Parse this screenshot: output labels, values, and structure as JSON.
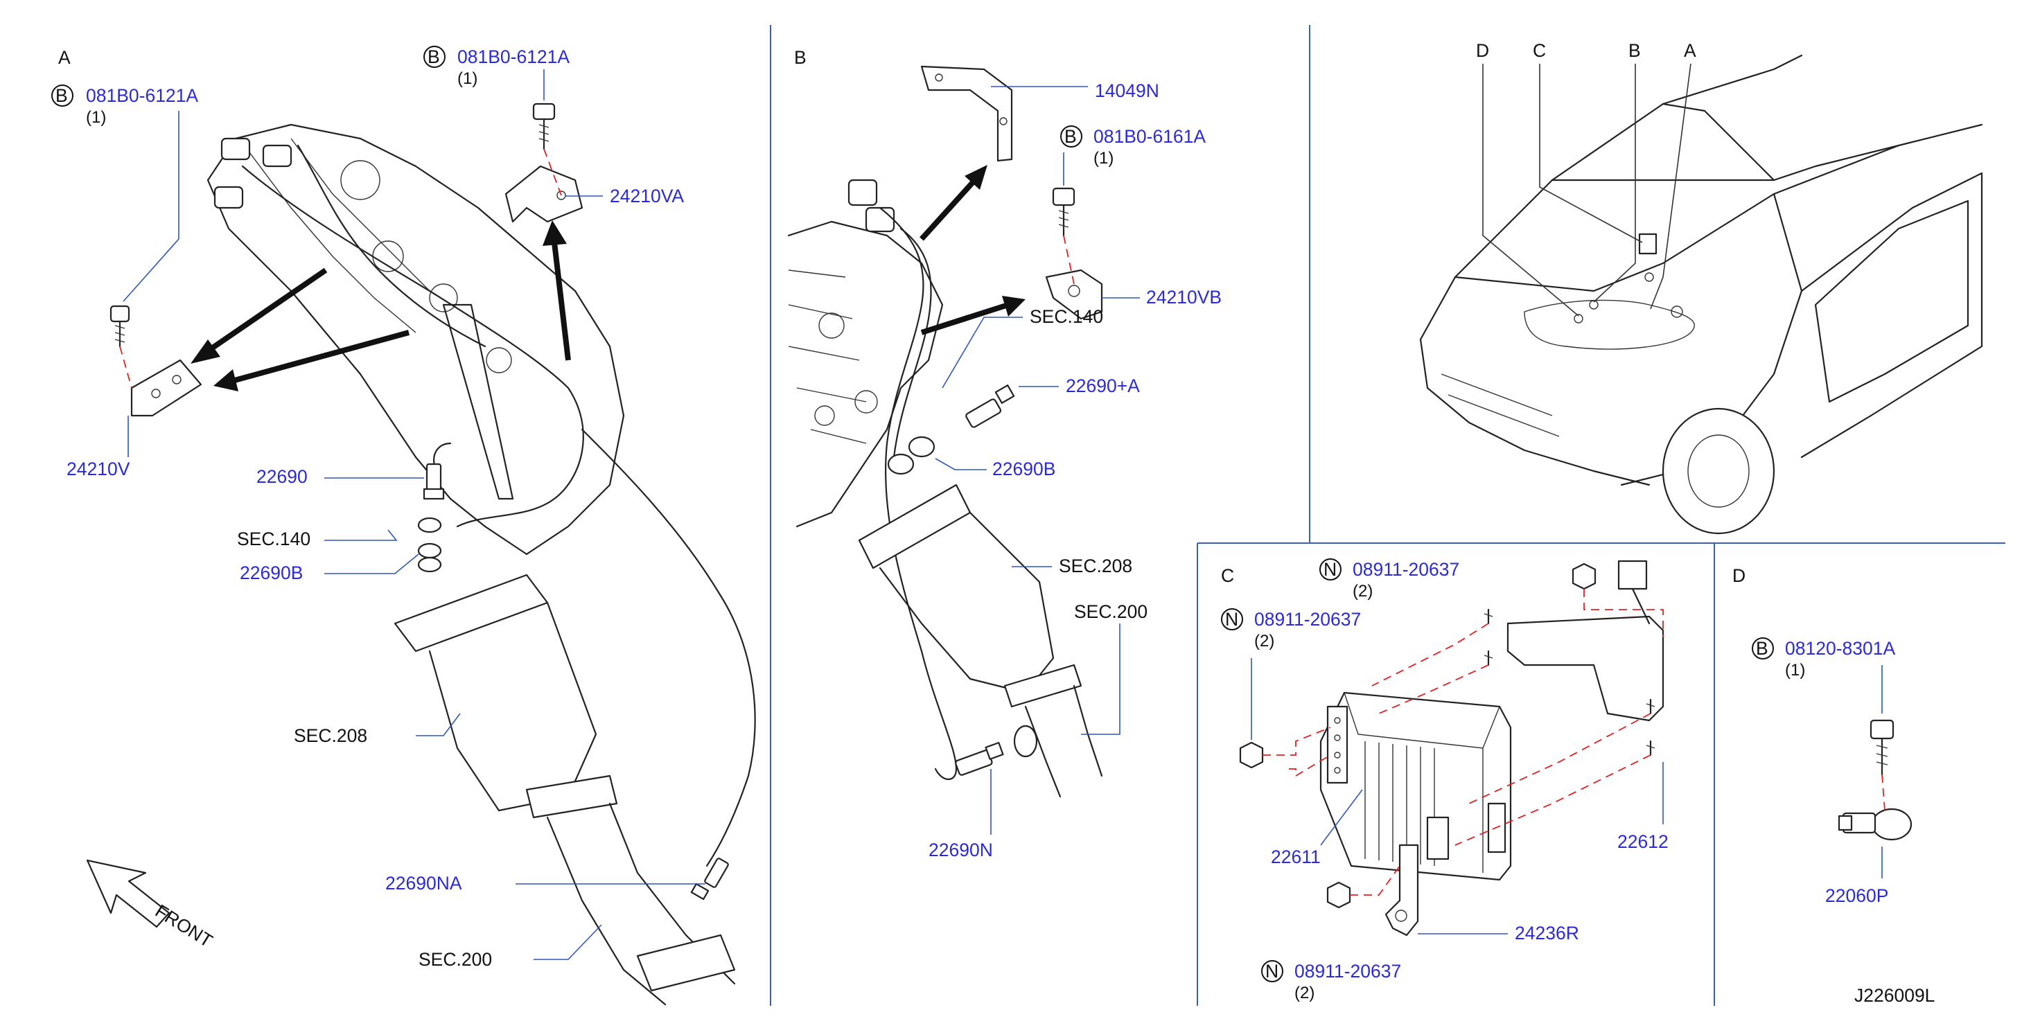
{
  "diagram_id": "J226009L",
  "sections": {
    "a": {
      "letter": "A"
    },
    "b": {
      "letter": "B"
    },
    "c": {
      "letter": "C"
    },
    "d": {
      "letter": "D"
    }
  },
  "vehicle_callouts": [
    "D",
    "C",
    "B",
    "A"
  ],
  "front_label": "FRONT",
  "fastener_symbols": {
    "bolt": "B",
    "nut": "N"
  },
  "section_a": {
    "bolt_left": {
      "part": "081B0-6121A",
      "qty": "(1)"
    },
    "bolt_top": {
      "part": "081B0-6121A",
      "qty": "(1)"
    },
    "parts": {
      "bracket_va": "24210VA",
      "bracket_v": "24210V",
      "sensor": "22690",
      "sec140": "SEC.140",
      "seal": "22690B",
      "sec208": "SEC.208",
      "sensor_na": "22690NA",
      "sec200": "SEC.200"
    }
  },
  "section_b": {
    "bolt": {
      "part": "081B0-6161A",
      "qty": "(1)"
    },
    "parts": {
      "bracket_n": "14049N",
      "bracket_vb": "24210VB",
      "sec140": "SEC.140",
      "sensor_plus_a": "22690+A",
      "seal": "22690B",
      "sec208": "SEC.208",
      "sec200": "SEC.200",
      "sensor_n": "22690N"
    }
  },
  "section_c": {
    "nut_top": {
      "part": "08911-20637",
      "qty": "(2)"
    },
    "nut_left": {
      "part": "08911-20637",
      "qty": "(2)"
    },
    "nut_bottom": {
      "part": "08911-20637",
      "qty": "(2)"
    },
    "parts": {
      "ecm": "22611",
      "bracket": "22612",
      "bracket_r": "24236R"
    }
  },
  "section_d": {
    "bolt": {
      "part": "08120-8301A",
      "qty": "(1)"
    },
    "parts": {
      "knock_sensor": "22060P"
    }
  }
}
